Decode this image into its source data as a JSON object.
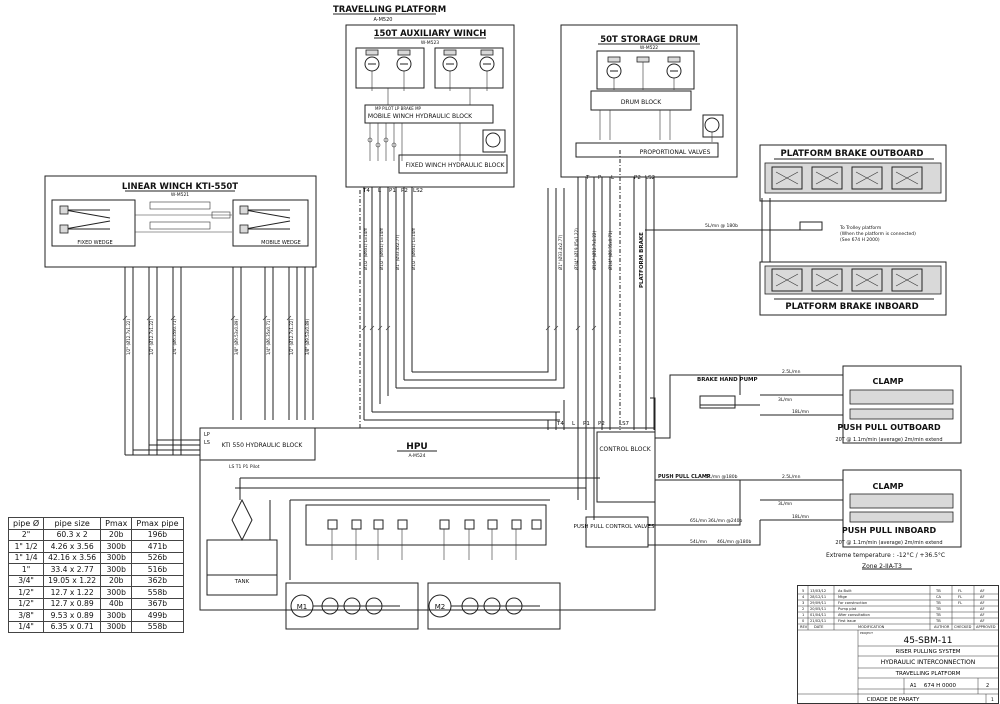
{
  "header": {
    "main_title": "TRAVELLING PLATFORM",
    "main_ref": "A-M520"
  },
  "blocks": {
    "aux_winch": {
      "title": "150T AUXILIARY WINCH",
      "ref": "W-M523",
      "hyd_block": "MOBILE WINCH HYDRAULIC BLOCK",
      "fixed_block": "FIXED WINCH HYDRAULIC BLOCK"
    },
    "storage_drum": {
      "title": "50T STORAGE DRUM",
      "ref": "W-M522",
      "drum_block": "DRUM BLOCK",
      "prop_valves": "PROPORTIONAL VALVES"
    },
    "linear_winch": {
      "title": "LINEAR WINCH KTI-550T",
      "ref": "W-M521",
      "fixed_wedge": "FIXED WEDGE",
      "mobile_wedge": "MOBILE WEDGE",
      "hyd_block": "KTI 550 HYDRAULIC BLOCK"
    },
    "brake_outboard": {
      "title": "PLATFORM BRAKE OUTBOARD"
    },
    "brake_inboard": {
      "title": "PLATFORM BRAKE INBOARD"
    },
    "hpu": {
      "title": "HPU",
      "ref": "A-M524",
      "control_block": "CONTROL BLOCK",
      "push_pull_valves": "PUSH PULL CONTROL VALVES",
      "tank": "TANK",
      "motor1": "M1",
      "motor2": "M2"
    },
    "clamp_out": {
      "clamp": "CLAMP",
      "push_pull": "PUSH PULL OUTBOARD",
      "spec": "20T @ 1.1m/min (average) 2m/min extend"
    },
    "clamp_in": {
      "clamp": "CLAMP",
      "push_pull": "PUSH PULL INBOARD",
      "spec": "20T @ 1.1m/min (average) 2m/min extend"
    }
  },
  "labels": {
    "platform_brake": "PLATFORM BRAKE",
    "brake_hand_pump": "BRAKE HAND PUMP",
    "push_pull_clamp": "PUSH PULL CLAMP",
    "to_trolley": "To Trolley platform",
    "trolley_note": "(When the platform is connected)",
    "trolley_ref": "(See 674 H 2000)",
    "extreme_temp": "Extreme temperature : -12°C / +36.5°C",
    "zone": "Zone 2-IIA-T3",
    "ports_winch": [
      "T4",
      "L",
      "P1",
      "P2",
      "LS2"
    ],
    "ports_drum": [
      "T",
      "P",
      "L",
      "P2",
      "LS2"
    ],
    "ports_hpu_top": [
      "T4",
      "L",
      "P1",
      "P2",
      "LS7"
    ],
    "ports_kti": [
      "LP",
      "LS"
    ],
    "flow_5l": "5L/mn @ 180b",
    "flow_25l": "2.5L/mn",
    "flow_3l": "3L/mn",
    "flow_18l": "18L/mn",
    "flow_pp": "5L/mn @180b",
    "flow_65": "65L/mn",
    "flow_36": "36L/mn @240b",
    "flow_54": "54L/mn",
    "flow_46": "46L/mn @180b"
  },
  "pipe_table": {
    "headers": [
      "pipe Ø",
      "pipe size",
      "Pmax",
      "Pmax pipe"
    ],
    "rows": [
      [
        "2\"",
        "60.3 x 2",
        "20b",
        "196b"
      ],
      [
        "1\" 1/2",
        "4.26 x 3.56",
        "300b",
        "471b"
      ],
      [
        "1\" 1/4",
        "42.16 x 3.56",
        "300b",
        "526b"
      ],
      [
        "1\"",
        "33.4 x 2.77",
        "300b",
        "516b"
      ],
      [
        "3/4\"",
        "19.05 x 1.22",
        "20b",
        "362b"
      ],
      [
        "1/2\"",
        "12.7 x 1.22",
        "300b",
        "558b"
      ],
      [
        "1/2\"",
        "12.7 x 0.89",
        "40b",
        "367b"
      ],
      [
        "3/8\"",
        "9.53 x 0.89",
        "300b",
        "499b"
      ],
      [
        "1/4\"",
        "6.35 x 0.71",
        "300b",
        "558b"
      ]
    ]
  },
  "revisions": [
    [
      "5",
      "13/03/12",
      "As Built",
      "TB",
      "FL",
      "AF"
    ],
    [
      "4",
      "28/12/11",
      "Mtge",
      "CA",
      "FL",
      "AF"
    ],
    [
      "3",
      "29/09/11",
      "For construction",
      "TB",
      "FL",
      "AF"
    ],
    [
      "2",
      "20/05/11",
      "Pump plat",
      "TB",
      "",
      "AF"
    ],
    [
      "1",
      "01/04/11",
      "After consultation",
      "TB",
      "",
      "AF"
    ],
    [
      "0",
      "21/02/11",
      "First issue",
      "TB",
      "",
      "AF"
    ]
  ],
  "title_block": {
    "rev_headers": [
      "REV",
      "DATE",
      "MODIFICATION",
      "AUTHOR",
      "CHECKED",
      "APPROVED"
    ],
    "project_label": "PROJECT",
    "project": "45-SBM-11",
    "system": "RISER PULLING SYSTEM",
    "title1": "HYDRAULIC INTERCONNECTION",
    "title2": "TRAVELLING PLATFORM",
    "format": "A1",
    "number": "674 H 0000",
    "rev": "2",
    "customer": "CIDADE DE PARATY",
    "sheet": "1"
  }
}
